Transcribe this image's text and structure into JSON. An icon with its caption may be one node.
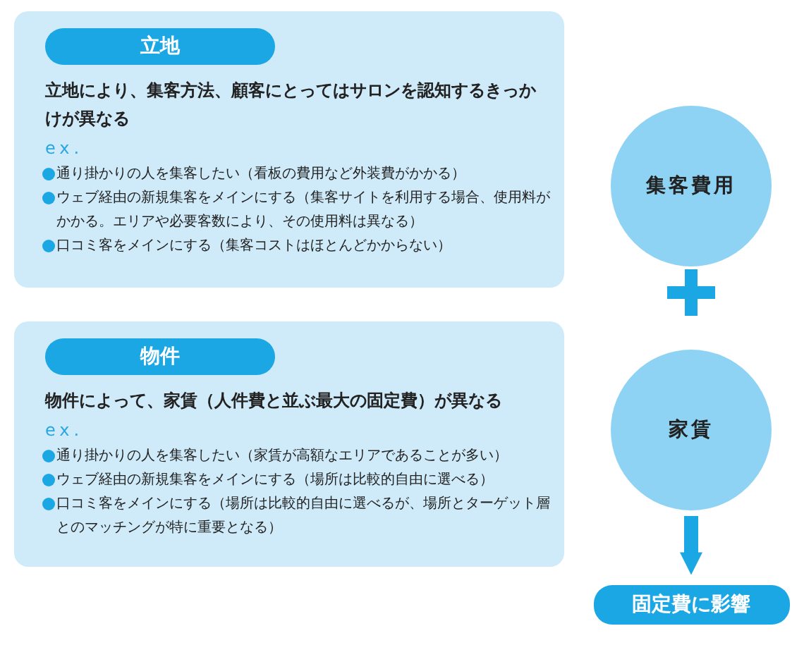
{
  "diagram": {
    "nodes": [
      {
        "text": [
          "立地により、集客方法、顧客にとってはサロンを認知するきっかけが異なる",
          "ex.",
          "通り掛かりの人を集客したい（看板の費用など外装費がかかる）",
          "ウェブ経由の新規集客をメインにする（集客サイトを利用する場合、使用料がかかる。エリアや必要客数により、その使用料は異なる）",
          "口コミ客をメインにする（集客コストはほとんどかからない）"
        ]
      },
      {
        "text": [
          "立地"
        ],
        "in": 0
      },
      {
        "text": [
          "集客費用"
        ]
      },
      {
        "text": [
          "物件によって、家賃（人件費と並ぶ最大の固定費）が異なる",
          "ex.",
          "通り掛かりの人を集客したい（家賃が高額なエリアであることが多い）",
          "ウェブ経由の新規集客をメインにする（場所は比較的自由に選べる）",
          "口コミ客をメインにする（場所は比較的自由に選べるが、場所とターゲット層とのマッチングが特に重要となる）"
        ]
      },
      {
        "text": [
          "物件"
        ],
        "in": 3
      },
      {
        "text": [
          "家賃"
        ]
      },
      {
        "text": [
          "固定費に影響"
        ]
      }
    ],
    "edges": [
      {
        "from": 5,
        "to": 6,
        "arrow": "to"
      }
    ]
  }
}
